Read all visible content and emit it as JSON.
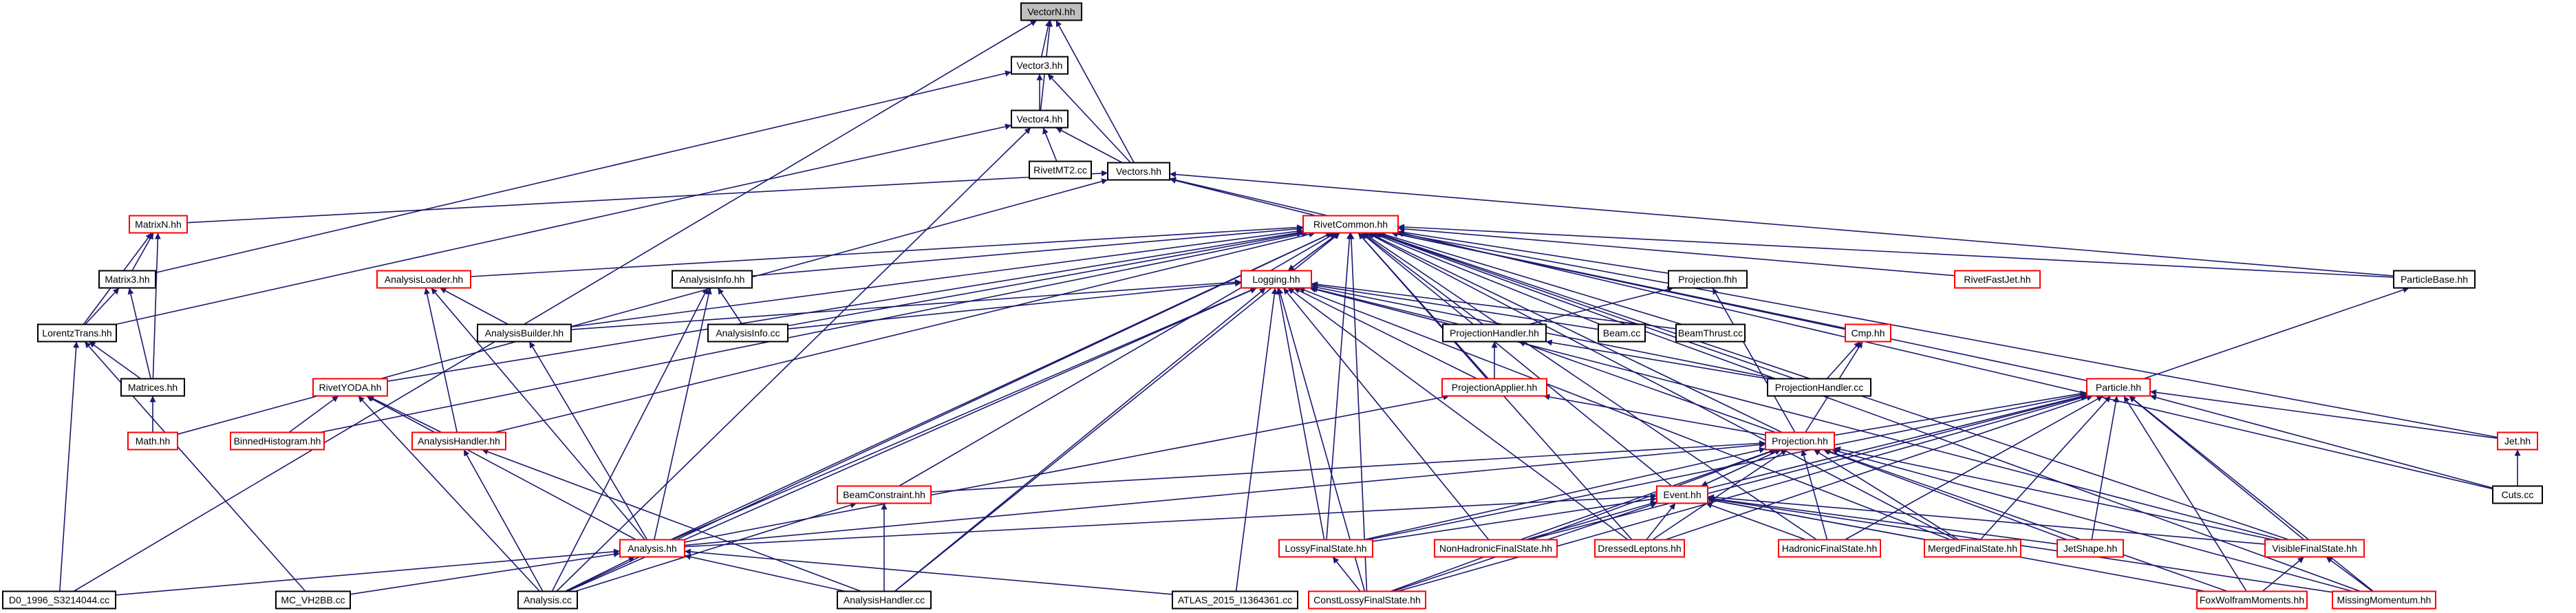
{
  "diagram": {
    "title": "VectorN.hh",
    "colors": {
      "edge": "#191970",
      "black": "#000000",
      "red": "#ff0000",
      "root_fill": "#bfbfbf"
    },
    "nodes": {
      "vectorn": {
        "label": "VectorN.hh",
        "style": "root"
      },
      "vector3": {
        "label": "Vector3.hh",
        "style": "black"
      },
      "vector4": {
        "label": "Vector4.hh",
        "style": "black"
      },
      "rivetmt2": {
        "label": "RivetMT2.cc",
        "style": "black"
      },
      "vectors": {
        "label": "Vectors.hh",
        "style": "black"
      },
      "matrixn": {
        "label": "MatrixN.hh",
        "style": "red"
      },
      "rivetcommon": {
        "label": "RivetCommon.hh",
        "style": "red"
      },
      "matrix3": {
        "label": "Matrix3.hh",
        "style": "black"
      },
      "lorentztrans": {
        "label": "LorentzTrans.hh",
        "style": "black"
      },
      "matrices": {
        "label": "Matrices.hh",
        "style": "black"
      },
      "math": {
        "label": "Math.hh",
        "style": "red"
      },
      "analysisloader": {
        "label": "AnalysisLoader.hh",
        "style": "red"
      },
      "analysisinfo_hh": {
        "label": "AnalysisInfo.hh",
        "style": "black"
      },
      "logging": {
        "label": "Logging.hh",
        "style": "red"
      },
      "projection_fhh": {
        "label": "Projection.fhh",
        "style": "black"
      },
      "rivetfastjet": {
        "label": "RivetFastJet.hh",
        "style": "red"
      },
      "particlebase": {
        "label": "ParticleBase.hh",
        "style": "black"
      },
      "analysisbuilder": {
        "label": "AnalysisBuilder.hh",
        "style": "black"
      },
      "analysisinfo_cc": {
        "label": "AnalysisInfo.cc",
        "style": "black"
      },
      "projectionhandler_hh": {
        "label": "ProjectionHandler.hh",
        "style": "black"
      },
      "beam": {
        "label": "Beam.cc",
        "style": "black"
      },
      "beamthrust": {
        "label": "BeamThrust.cc",
        "style": "black"
      },
      "cmp": {
        "label": "Cmp.hh",
        "style": "red"
      },
      "rivetyoda": {
        "label": "RivetYODA.hh",
        "style": "red"
      },
      "projectionapplier": {
        "label": "ProjectionApplier.hh",
        "style": "red"
      },
      "projectionhandler_cc": {
        "label": "ProjectionHandler.cc",
        "style": "black"
      },
      "particle": {
        "label": "Particle.hh",
        "style": "red"
      },
      "binnedhistogram": {
        "label": "BinnedHistogram.hh",
        "style": "red"
      },
      "analysishandler_hh": {
        "label": "AnalysisHandler.hh",
        "style": "red"
      },
      "projection_hh": {
        "label": "Projection.hh",
        "style": "red"
      },
      "jet": {
        "label": "Jet.hh",
        "style": "red"
      },
      "beamconstraint": {
        "label": "BeamConstraint.hh",
        "style": "red"
      },
      "event": {
        "label": "Event.hh",
        "style": "red"
      },
      "cuts": {
        "label": "Cuts.cc",
        "style": "black"
      },
      "analysis_hh": {
        "label": "Analysis.hh",
        "style": "red"
      },
      "lossyfinalstate": {
        "label": "LossyFinalState.hh",
        "style": "red"
      },
      "nonhadronicfinalstate": {
        "label": "NonHadronicFinalState.hh",
        "style": "red"
      },
      "dressedleptons": {
        "label": "DressedLeptons.hh",
        "style": "red"
      },
      "hadronicfinalstate": {
        "label": "HadronicFinalState.hh",
        "style": "red"
      },
      "mergedfinalstate": {
        "label": "MergedFinalState.hh",
        "style": "red"
      },
      "jetshape": {
        "label": "JetShape.hh",
        "style": "red"
      },
      "visiblefinalstate": {
        "label": "VisibleFinalState.hh",
        "style": "red"
      },
      "d0": {
        "label": "D0_1996_S3214044.cc",
        "style": "black"
      },
      "mcvh2bb": {
        "label": "MC_VH2BB.cc",
        "style": "black"
      },
      "analysis_cc": {
        "label": "Analysis.cc",
        "style": "black"
      },
      "analysishandler_cc": {
        "label": "AnalysisHandler.cc",
        "style": "black"
      },
      "atlas": {
        "label": "ATLAS_2015_I1364361.cc",
        "style": "black"
      },
      "constlossyfinalstate": {
        "label": "ConstLossyFinalState.hh",
        "style": "red"
      },
      "foxwolfram": {
        "label": "FoxWolframMoments.hh",
        "style": "red"
      },
      "missingmomentum": {
        "label": "MissingMomentum.hh",
        "style": "red"
      }
    },
    "edges": [
      [
        "vector3",
        "vectorn"
      ],
      [
        "vector4",
        "vectorn"
      ],
      [
        "vectors",
        "vectorn"
      ],
      [
        "d0",
        "vectorn"
      ],
      [
        "vector4",
        "vector3"
      ],
      [
        "vectors",
        "vector3"
      ],
      [
        "matrix3",
        "vector3"
      ],
      [
        "rivetmt2",
        "vector4"
      ],
      [
        "vectors",
        "vector4"
      ],
      [
        "lorentztrans",
        "vector4"
      ],
      [
        "analysis_cc",
        "vector4"
      ],
      [
        "matrixn",
        "vectors"
      ],
      [
        "rivetcommon",
        "vectors"
      ],
      [
        "math",
        "vectors"
      ],
      [
        "particlebase",
        "vectors"
      ],
      [
        "cuts",
        "vectors"
      ],
      [
        "matrix3",
        "matrixn"
      ],
      [
        "lorentztrans",
        "matrixn"
      ],
      [
        "matrices",
        "matrixn"
      ],
      [
        "lorentztrans",
        "matrix3"
      ],
      [
        "matrices",
        "matrix3"
      ],
      [
        "matrices",
        "lorentztrans"
      ],
      [
        "d0",
        "lorentztrans"
      ],
      [
        "mcvh2bb",
        "lorentztrans"
      ],
      [
        "math",
        "matrices"
      ],
      [
        "analysisloader",
        "rivetcommon"
      ],
      [
        "analysisinfo_hh",
        "rivetcommon"
      ],
      [
        "logging",
        "rivetcommon"
      ],
      [
        "projection_fhh",
        "rivetcommon"
      ],
      [
        "rivetfastjet",
        "rivetcommon"
      ],
      [
        "particlebase",
        "rivetcommon"
      ],
      [
        "analysisbuilder",
        "rivetcommon"
      ],
      [
        "analysisinfo_cc",
        "rivetcommon"
      ],
      [
        "projectionhandler_hh",
        "rivetcommon"
      ],
      [
        "beam",
        "rivetcommon"
      ],
      [
        "beamthrust",
        "rivetcommon"
      ],
      [
        "cmp",
        "rivetcommon"
      ],
      [
        "rivetyoda",
        "rivetcommon"
      ],
      [
        "projectionapplier",
        "rivetcommon"
      ],
      [
        "projectionhandler_cc",
        "rivetcommon"
      ],
      [
        "particle",
        "rivetcommon"
      ],
      [
        "binnedhistogram",
        "rivetcommon"
      ],
      [
        "analysishandler_hh",
        "rivetcommon"
      ],
      [
        "projection_hh",
        "rivetcommon"
      ],
      [
        "jet",
        "rivetcommon"
      ],
      [
        "beamconstraint",
        "rivetcommon"
      ],
      [
        "event",
        "rivetcommon"
      ],
      [
        "analysis_hh",
        "rivetcommon"
      ],
      [
        "lossyfinalstate",
        "rivetcommon"
      ],
      [
        "dressedleptons",
        "rivetcommon"
      ],
      [
        "hadronicfinalstate",
        "rivetcommon"
      ],
      [
        "mergedfinalstate",
        "rivetcommon"
      ],
      [
        "visiblefinalstate",
        "rivetcommon"
      ],
      [
        "analysis_cc",
        "rivetcommon"
      ],
      [
        "analysishandler_cc",
        "rivetcommon"
      ],
      [
        "constlossyfinalstate",
        "rivetcommon"
      ],
      [
        "missingmomentum",
        "rivetcommon"
      ],
      [
        "rivetcommon",
        "logging"
      ],
      [
        "analysisbuilder",
        "analysisloader"
      ],
      [
        "analysishandler_hh",
        "analysisloader"
      ],
      [
        "analysis_hh",
        "analysisloader"
      ],
      [
        "analysisinfo_cc",
        "analysisinfo_hh"
      ],
      [
        "analysis_hh",
        "analysisinfo_hh"
      ],
      [
        "analysis_cc",
        "analysisinfo_hh"
      ],
      [
        "analysisbuilder",
        "logging"
      ],
      [
        "analysisinfo_cc",
        "logging"
      ],
      [
        "projectionhandler_hh",
        "logging"
      ],
      [
        "beam",
        "logging"
      ],
      [
        "beamthrust",
        "logging"
      ],
      [
        "projectionapplier",
        "logging"
      ],
      [
        "projectionhandler_cc",
        "logging"
      ],
      [
        "analysis_hh",
        "logging"
      ],
      [
        "lossyfinalstate",
        "logging"
      ],
      [
        "nonhadronicfinalstate",
        "logging"
      ],
      [
        "dressedleptons",
        "logging"
      ],
      [
        "visiblefinalstate",
        "logging"
      ],
      [
        "mergedfinalstate",
        "logging"
      ],
      [
        "analysis_cc",
        "logging"
      ],
      [
        "analysishandler_cc",
        "logging"
      ],
      [
        "atlas",
        "logging"
      ],
      [
        "constlossyfinalstate",
        "logging"
      ],
      [
        "projectionhandler_hh",
        "projection_fhh"
      ],
      [
        "projection_hh",
        "projection_fhh"
      ],
      [
        "particle",
        "particlebase"
      ],
      [
        "analysis_hh",
        "analysisbuilder"
      ],
      [
        "projectionapplier",
        "projectionhandler_hh"
      ],
      [
        "projectionhandler_cc",
        "projectionhandler_hh"
      ],
      [
        "projection_hh",
        "projectionhandler_hh"
      ],
      [
        "projection_hh",
        "cmp"
      ],
      [
        "projectionhandler_cc",
        "cmp"
      ],
      [
        "binnedhistogram",
        "rivetyoda"
      ],
      [
        "analysishandler_hh",
        "rivetyoda"
      ],
      [
        "analysis_hh",
        "rivetyoda"
      ],
      [
        "analysis_cc",
        "rivetyoda"
      ],
      [
        "projection_hh",
        "projectionapplier"
      ],
      [
        "analysis_hh",
        "projectionapplier"
      ],
      [
        "projection_hh",
        "particle"
      ],
      [
        "jet",
        "particle"
      ],
      [
        "event",
        "particle"
      ],
      [
        "cuts",
        "particle"
      ],
      [
        "lossyfinalstate",
        "particle"
      ],
      [
        "nonhadronicfinalstate",
        "particle"
      ],
      [
        "dressedleptons",
        "particle"
      ],
      [
        "hadronicfinalstate",
        "particle"
      ],
      [
        "mergedfinalstate",
        "particle"
      ],
      [
        "jetshape",
        "particle"
      ],
      [
        "visiblefinalstate",
        "particle"
      ],
      [
        "constlossyfinalstate",
        "particle"
      ],
      [
        "foxwolfram",
        "particle"
      ],
      [
        "missingmomentum",
        "particle"
      ],
      [
        "analysis_cc",
        "analysishandler_hh"
      ],
      [
        "analysishandler_cc",
        "analysishandler_hh"
      ],
      [
        "event",
        "projection_hh"
      ],
      [
        "beamconstraint",
        "projection_hh"
      ],
      [
        "analysis_hh",
        "projection_hh"
      ],
      [
        "lossyfinalstate",
        "projection_hh"
      ],
      [
        "nonhadronicfinalstate",
        "projection_hh"
      ],
      [
        "dressedleptons",
        "projection_hh"
      ],
      [
        "hadronicfinalstate",
        "projection_hh"
      ],
      [
        "mergedfinalstate",
        "projection_hh"
      ],
      [
        "jetshape",
        "projection_hh"
      ],
      [
        "visiblefinalstate",
        "projection_hh"
      ],
      [
        "constlossyfinalstate",
        "projection_hh"
      ],
      [
        "foxwolfram",
        "projection_hh"
      ],
      [
        "missingmomentum",
        "projection_hh"
      ],
      [
        "cuts",
        "jet"
      ],
      [
        "analysis_cc",
        "beamconstraint"
      ],
      [
        "analysishandler_cc",
        "beamconstraint"
      ],
      [
        "projection_hh",
        "event"
      ],
      [
        "analysis_hh",
        "event"
      ],
      [
        "lossyfinalstate",
        "event"
      ],
      [
        "nonhadronicfinalstate",
        "event"
      ],
      [
        "dressedleptons",
        "event"
      ],
      [
        "hadronicfinalstate",
        "event"
      ],
      [
        "mergedfinalstate",
        "event"
      ],
      [
        "jetshape",
        "event"
      ],
      [
        "visiblefinalstate",
        "event"
      ],
      [
        "constlossyfinalstate",
        "event"
      ],
      [
        "foxwolfram",
        "event"
      ],
      [
        "missingmomentum",
        "event"
      ],
      [
        "d0",
        "analysis_hh"
      ],
      [
        "mcvh2bb",
        "analysis_hh"
      ],
      [
        "analysis_cc",
        "analysis_hh"
      ],
      [
        "analysishandler_cc",
        "analysis_hh"
      ],
      [
        "atlas",
        "analysis_hh"
      ],
      [
        "constlossyfinalstate",
        "lossyfinalstate"
      ],
      [
        "foxwolfram",
        "visiblefinalstate"
      ],
      [
        "missingmomentum",
        "visiblefinalstate"
      ]
    ]
  }
}
